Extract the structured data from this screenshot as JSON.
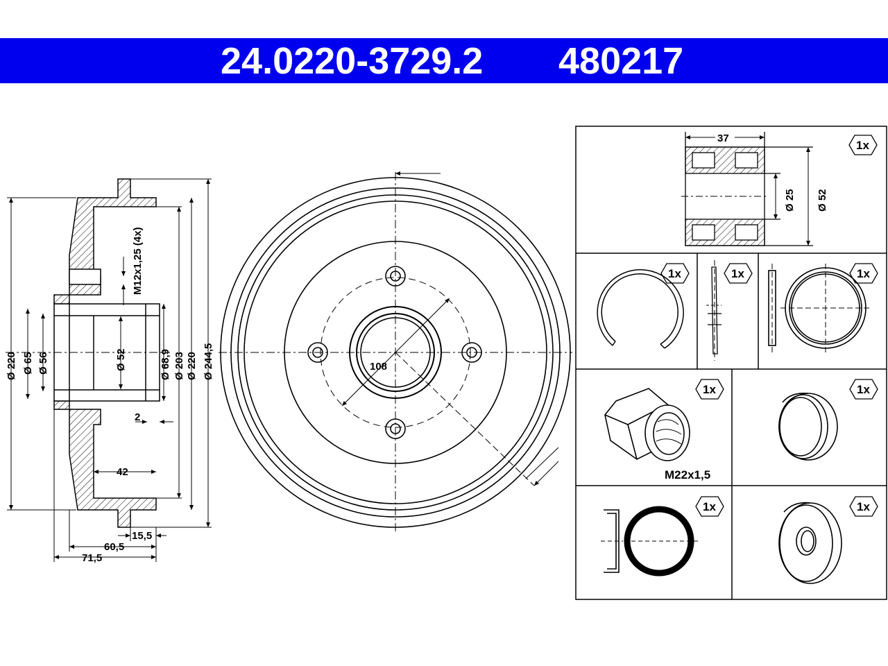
{
  "header": {
    "part_number": "24.0220-3729.2",
    "reference": "480217"
  },
  "colors": {
    "banner": "#0000ee",
    "line": "#000000",
    "background": "#ffffff"
  },
  "section_view": {
    "dim_220_outer": "Ø 220",
    "dim_65": "Ø 65",
    "dim_56": "Ø 56",
    "dim_52": "Ø 52",
    "dim_68_9": "Ø 68,9",
    "dim_203": "Ø 203",
    "dim_220": "Ø 220",
    "dim_244_5": "Ø 244,5",
    "thread": "M12x1,25 (4x)",
    "dim_2": "2",
    "dim_42": "42",
    "dim_15_5": "15,5",
    "dim_60_5": "60,5",
    "dim_71_5": "71,5"
  },
  "front_view": {
    "pcd": "108"
  },
  "kit": {
    "bearing": {
      "width": "37",
      "bore": "Ø 25",
      "outer": "Ø 52",
      "qty": "1x"
    },
    "circlip": {
      "qty": "1x"
    },
    "washer": {
      "qty": "1x"
    },
    "seal_ring": {
      "qty": "1x"
    },
    "nut": {
      "thread": "M22x1,5",
      "qty": "1x"
    },
    "grease_cap": {
      "qty": "1x"
    },
    "oring": {
      "qty": "1x"
    },
    "hub_cap": {
      "qty": "1x"
    }
  }
}
